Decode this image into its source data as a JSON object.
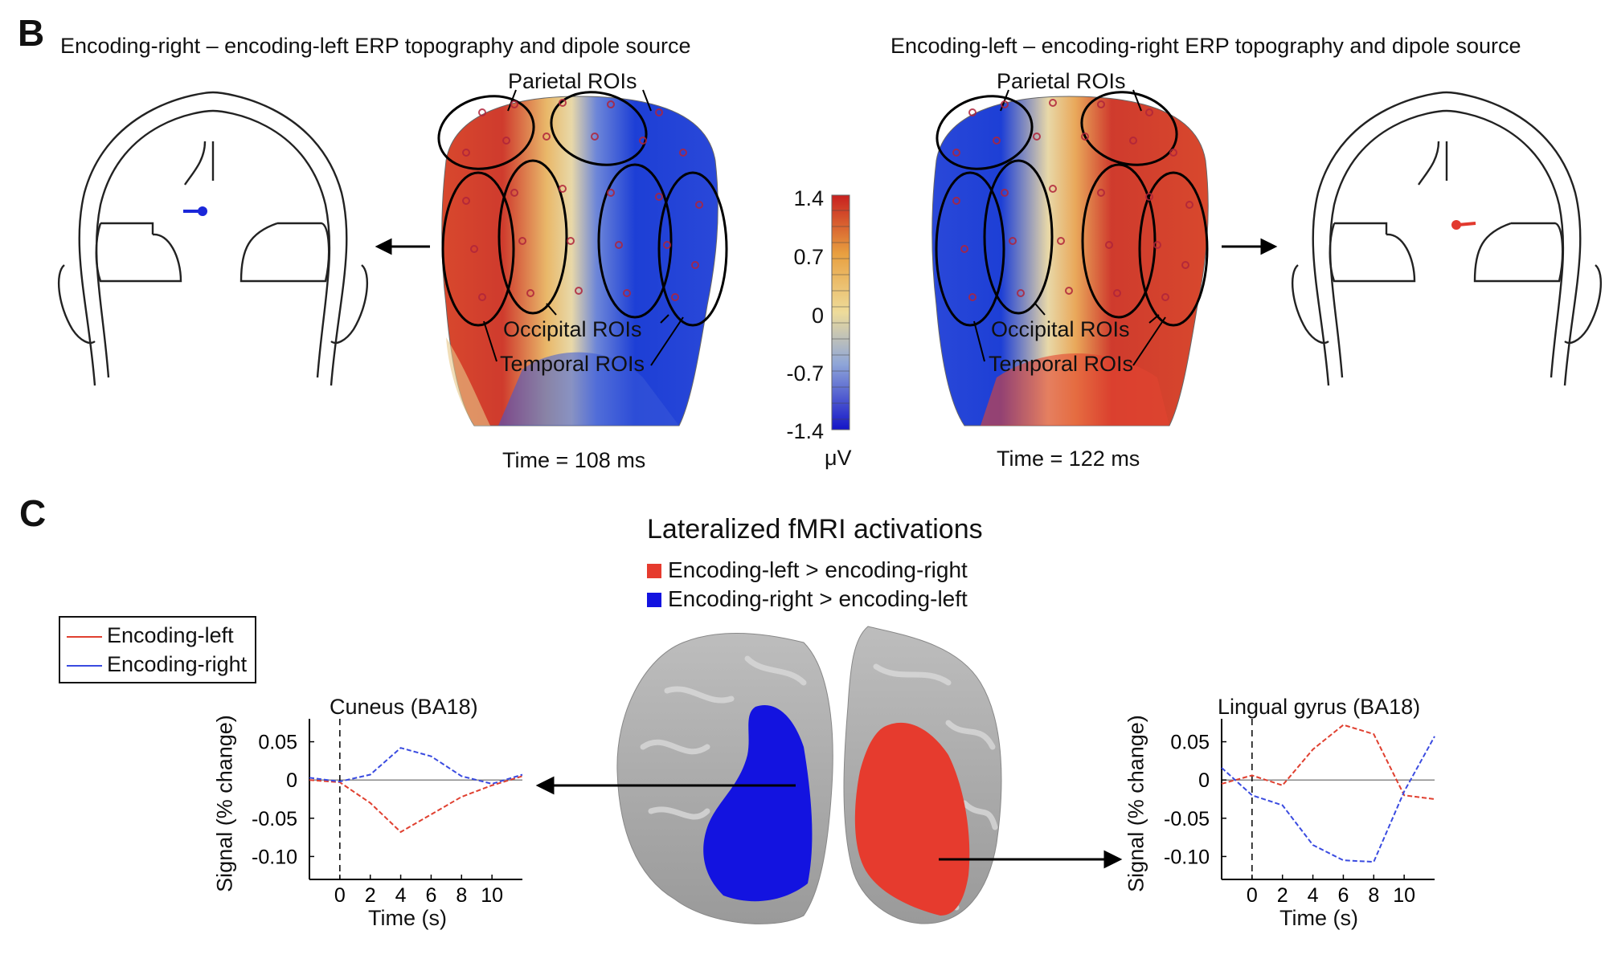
{
  "panelB": {
    "letter": "B",
    "left_title": "Encoding-right – encoding-left ERP topography and dipole source",
    "right_title": "Encoding-left – encoding-right ERP topography and dipole source",
    "roi_labels": {
      "parietal": "Parietal ROIs",
      "occipital": "Occipital ROIs",
      "temporal": "Temporal ROIs"
    },
    "left_time": "Time = 108 ms",
    "right_time": "Time = 122 ms",
    "colorbar": {
      "ticks": [
        "1.4",
        "0.7",
        "0",
        "-0.7",
        "-1.4"
      ],
      "unit": "μV"
    },
    "colors": {
      "positive": "#d6322a",
      "negative": "#1f33d6",
      "dipole_left": "#1a27d9",
      "dipole_right": "#e2392e"
    }
  },
  "panelC": {
    "letter": "C",
    "title": "Lateralized fMRI activations",
    "legend_fmri": [
      {
        "label": "Encoding-left > encoding-right",
        "color": "#e63b2e"
      },
      {
        "label": "Encoding-right > encoding-left",
        "color": "#1313e0"
      }
    ],
    "legend_lines": [
      {
        "label": "Encoding-left",
        "color": "#e04030"
      },
      {
        "label": "Encoding-right",
        "color": "#3a4be0"
      }
    ],
    "ylabel": "Signal (% change)",
    "xlabel": "Time (s)"
  },
  "chart_data": [
    {
      "type": "line",
      "title": "Cuneus (BA18)",
      "xlabel": "Time (s)",
      "ylabel": "Signal (% change)",
      "x_ticks": [
        0,
        2,
        4,
        6,
        8,
        10
      ],
      "y_ticks": [
        "0.05",
        "0",
        "-0.05",
        "-0.10"
      ],
      "xlim": [
        -2,
        12
      ],
      "ylim": [
        -0.13,
        0.08
      ],
      "series": [
        {
          "name": "Encoding-left",
          "color": "#e04030",
          "x": [
            -2,
            0,
            2,
            4,
            6,
            8,
            10,
            12
          ],
          "y": [
            0.0,
            -0.003,
            -0.03,
            -0.068,
            -0.045,
            -0.022,
            -0.007,
            0.005
          ]
        },
        {
          "name": "Encoding-right",
          "color": "#3a4be0",
          "x": [
            -2,
            0,
            2,
            4,
            6,
            8,
            10,
            12
          ],
          "y": [
            0.003,
            -0.002,
            0.007,
            0.042,
            0.031,
            0.005,
            -0.005,
            0.007
          ]
        }
      ]
    },
    {
      "type": "line",
      "title": "Lingual gyrus (BA18)",
      "xlabel": "Time (s)",
      "ylabel": "Signal (% change)",
      "x_ticks": [
        0,
        2,
        4,
        6,
        8,
        10
      ],
      "y_ticks": [
        "0.05",
        "0",
        "-0.05",
        "-0.10"
      ],
      "xlim": [
        -2,
        12
      ],
      "ylim": [
        -0.13,
        0.08
      ],
      "series": [
        {
          "name": "Encoding-left",
          "color": "#e04030",
          "x": [
            -2,
            0,
            2,
            4,
            6,
            8,
            10,
            12
          ],
          "y": [
            -0.005,
            0.006,
            -0.007,
            0.04,
            0.072,
            0.06,
            -0.02,
            -0.025
          ]
        },
        {
          "name": "Encoding-right",
          "color": "#3a4be0",
          "x": [
            -2,
            0,
            2,
            4,
            6,
            8,
            10,
            12
          ],
          "y": [
            0.016,
            -0.02,
            -0.033,
            -0.085,
            -0.105,
            -0.107,
            -0.015,
            0.057
          ]
        }
      ]
    }
  ]
}
